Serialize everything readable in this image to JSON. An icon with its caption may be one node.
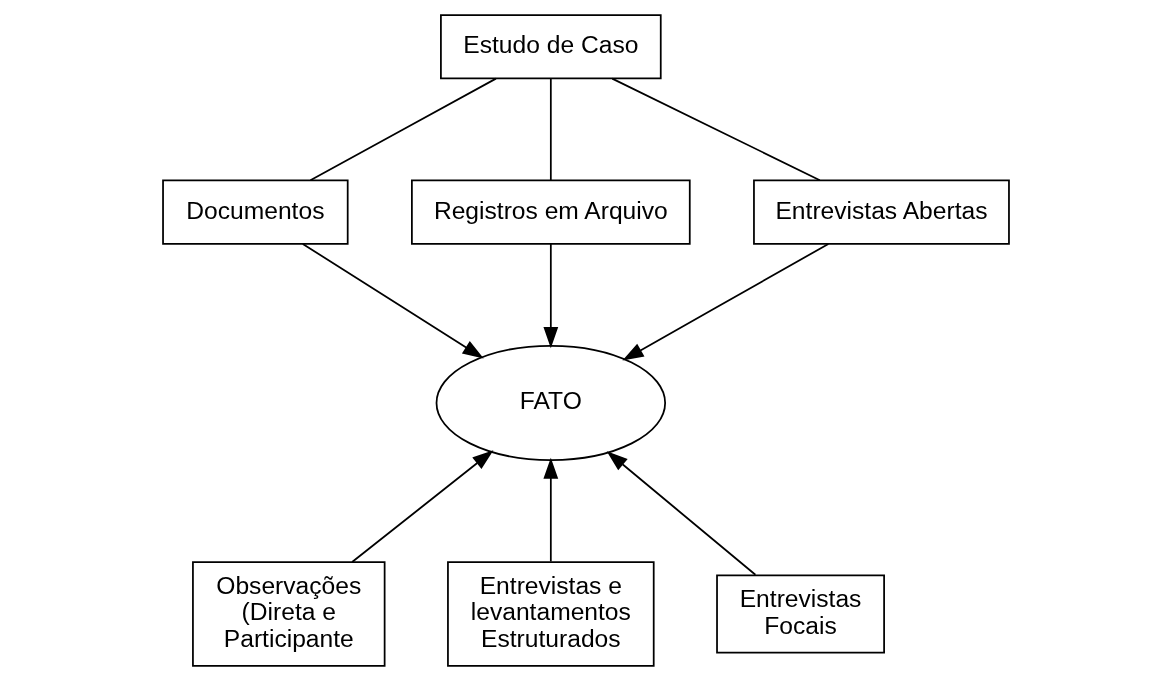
{
  "diagram": {
    "nodes": [
      {
        "text": [
          "Estudo de Caso"
        ]
      },
      {
        "text": [
          "Documentos"
        ]
      },
      {
        "text": [
          "Registros em Arquivo"
        ]
      },
      {
        "text": [
          "Entrevistas Abertas"
        ]
      },
      {
        "text": [
          "FATO"
        ]
      },
      {
        "text": [
          "Observações (Direta e Participante"
        ]
      },
      {
        "text": [
          "Entrevistas e levantamentos Estruturados"
        ]
      },
      {
        "text": [
          "Entrevistas Focais"
        ]
      }
    ],
    "edges": [
      {
        "from": 0,
        "to": 1,
        "arrow": "none"
      },
      {
        "from": 0,
        "to": 2,
        "arrow": "none"
      },
      {
        "from": 0,
        "to": 3,
        "arrow": "none"
      },
      {
        "from": 1,
        "to": 4,
        "arrow": "to"
      },
      {
        "from": 2,
        "to": 4,
        "arrow": "to"
      },
      {
        "from": 3,
        "to": 4,
        "arrow": "to"
      },
      {
        "from": 5,
        "to": 4,
        "arrow": "to"
      },
      {
        "from": 6,
        "to": 4,
        "arrow": "to"
      },
      {
        "from": 7,
        "to": 4,
        "arrow": "to"
      }
    ]
  }
}
